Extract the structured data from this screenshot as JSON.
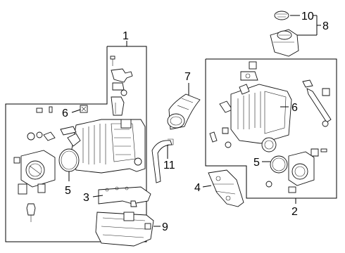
{
  "callouts": {
    "c1": "1",
    "c2": "2",
    "c3": "3",
    "c4": "4",
    "c5a": "5",
    "c5b": "5",
    "c6a": "6",
    "c6b": "6",
    "c7": "7",
    "c8": "8",
    "c9": "9",
    "c10": "10",
    "c11": "11"
  }
}
